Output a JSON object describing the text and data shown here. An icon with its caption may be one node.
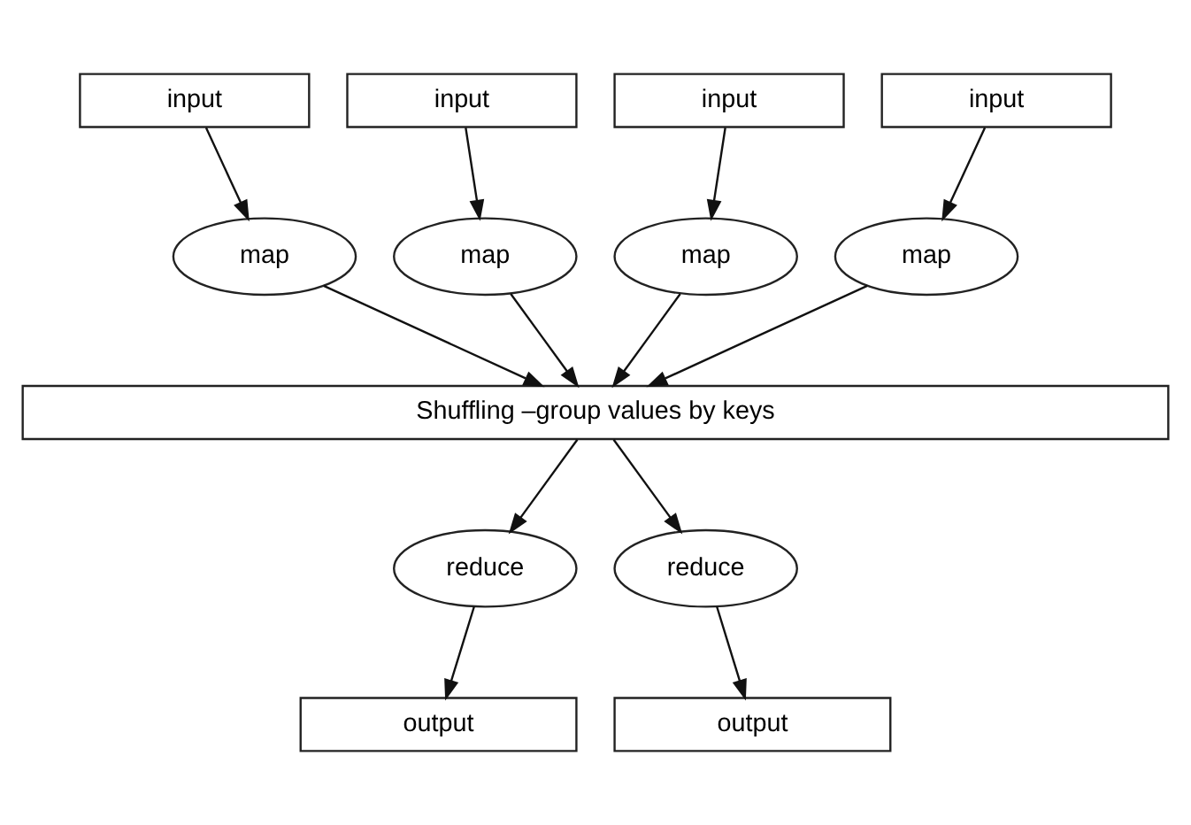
{
  "diagram": {
    "nodes": [
      {
        "text": [
          "input"
        ]
      },
      {
        "text": [
          "input"
        ]
      },
      {
        "text": [
          "input"
        ]
      },
      {
        "text": [
          "input"
        ]
      },
      {
        "text": [
          "map"
        ]
      },
      {
        "text": [
          "map"
        ]
      },
      {
        "text": [
          "map"
        ]
      },
      {
        "text": [
          "map"
        ]
      },
      {
        "text": [
          "Shuffling –group values by keys"
        ]
      },
      {
        "text": [
          "reduce"
        ]
      },
      {
        "text": [
          "reduce"
        ]
      },
      {
        "text": [
          "output"
        ]
      },
      {
        "text": [
          "output"
        ]
      }
    ],
    "edges": [
      {
        "from": 0,
        "to": 4,
        "arrow": "to"
      },
      {
        "from": 1,
        "to": 5,
        "arrow": "to"
      },
      {
        "from": 2,
        "to": 6,
        "arrow": "to"
      },
      {
        "from": 3,
        "to": 7,
        "arrow": "to"
      },
      {
        "from": 4,
        "to": 8,
        "arrow": "to"
      },
      {
        "from": 5,
        "to": 8,
        "arrow": "to"
      },
      {
        "from": 6,
        "to": 8,
        "arrow": "to"
      },
      {
        "from": 7,
        "to": 8,
        "arrow": "to"
      },
      {
        "from": 8,
        "to": 9,
        "arrow": "to"
      },
      {
        "from": 8,
        "to": 10,
        "arrow": "to"
      },
      {
        "from": 9,
        "to": 11,
        "arrow": "to"
      },
      {
        "from": 10,
        "to": 12,
        "arrow": "to"
      }
    ]
  }
}
